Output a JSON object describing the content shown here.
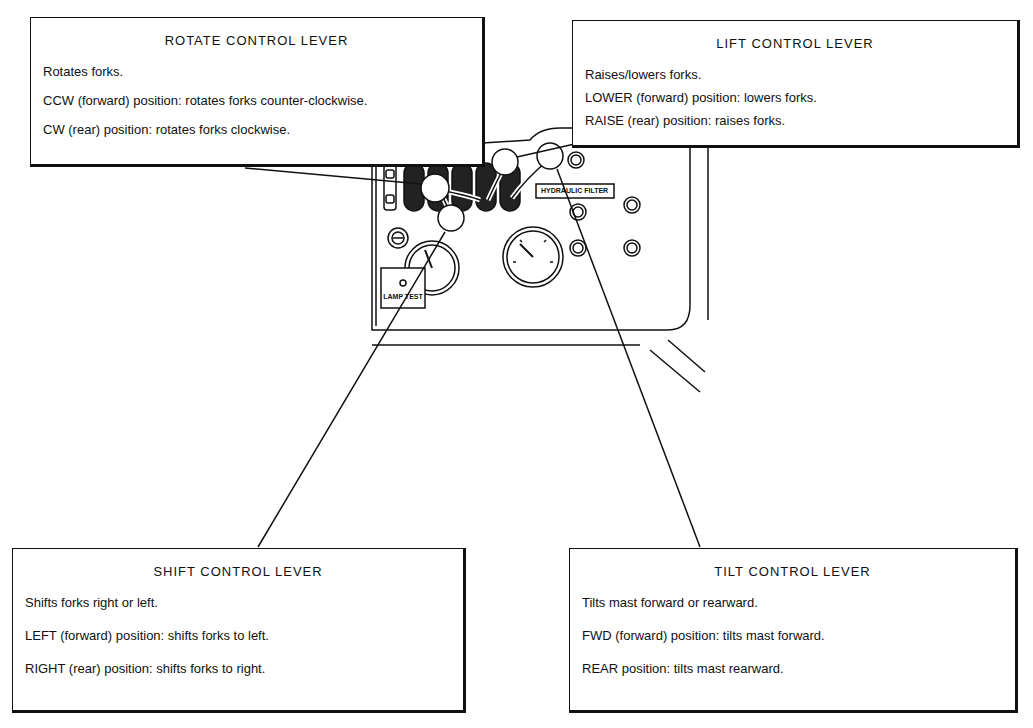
{
  "diagram": {
    "nodes": [
      {
        "text": [
          "ROTATE CONTROL LEVER",
          "Rotates forks.",
          "CCW (forward) position: rotates forks counter-clockwise.",
          "CW (rear) position: rotates forks clockwise."
        ]
      },
      {
        "text": [
          "LIFT CONTROL LEVER",
          "Raises/lowers forks.",
          "LOWER (forward) position: lowers forks.",
          "RAISE (rear) position: raises forks."
        ]
      },
      {
        "text": [
          "SHIFT CONTROL LEVER",
          "Shifts forks right or left.",
          "LEFT (forward) position: shifts forks to left.",
          "RIGHT (rear) position: shifts forks to right."
        ]
      },
      {
        "text": [
          "TILT CONTROL LEVER",
          "Tilts mast forward or rearward.",
          "FWD (forward) position: tilts mast forward.",
          "REAR position: tilts mast rearward."
        ]
      }
    ],
    "labels": [
      "HYDRAULIC FILTER",
      "LAMP TEST"
    ]
  }
}
